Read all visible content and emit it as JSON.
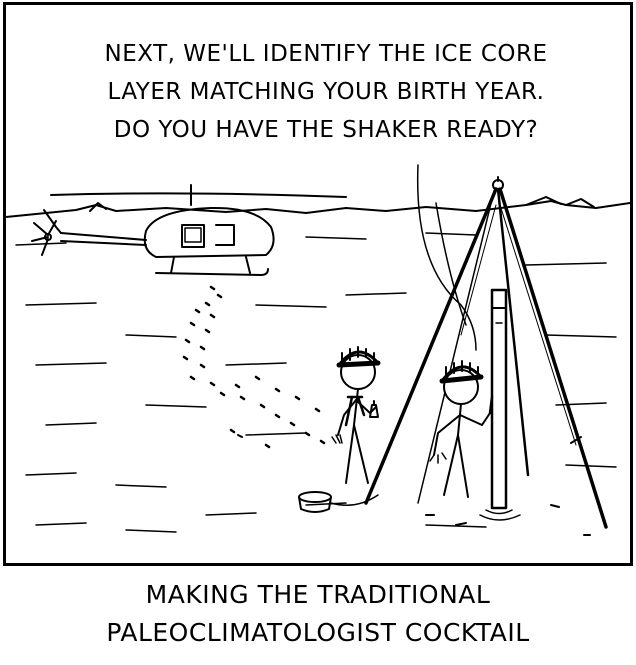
{
  "speech": {
    "lines": [
      "NEXT, WE'LL IDENTIFY THE ICE CORE",
      "LAYER MATCHING YOUR BIRTH YEAR.",
      "DO YOU HAVE THE SHAKER READY?"
    ]
  },
  "caption": {
    "lines": [
      "MAKING THE TRADITIONAL",
      "PALEOCLIMATOLOGIST COCKTAIL"
    ]
  },
  "colors": {
    "ink": "#000000",
    "paper": "#ffffff"
  }
}
